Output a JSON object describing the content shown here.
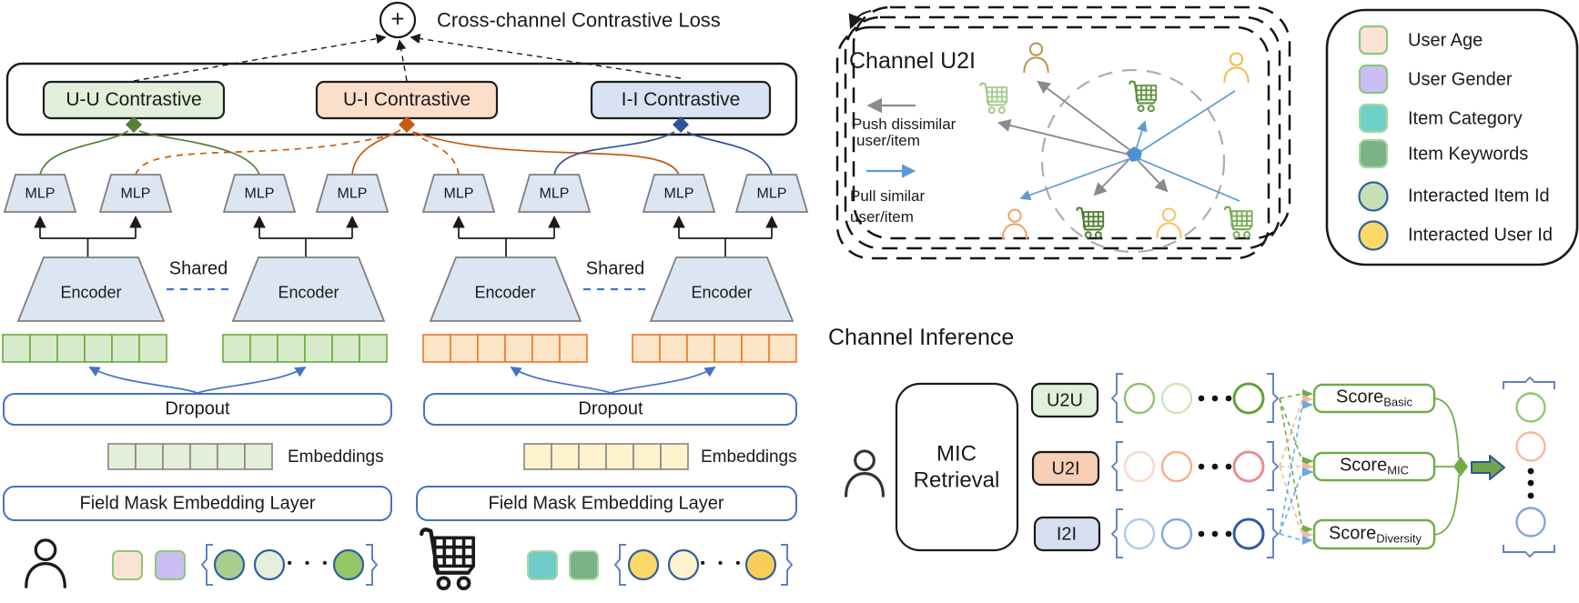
{
  "colors": {
    "uu_fill": "#E2EFDA",
    "ui_fill": "#FBDFCB",
    "ii_fill": "#D9E2F3",
    "trapezoid_fill": "#DCE6F2",
    "blue_accent": "#4472C4",
    "green_accent": "#70AD47",
    "orange_accent": "#ED7D31",
    "green_curve": "#538135",
    "orange_curve": "#C55A11",
    "blue_curve": "#2F5496",
    "masked_green_fill": "#D8EACC",
    "masked_orange_fill": "#FCE4C6",
    "embed_green_fill": "#E3EFD9",
    "embed_yellow_fill": "#FEF2CC",
    "pull_blue": "#5B9BD5",
    "push_gray": "#8A8A8A",
    "score_border": "#70AD47",
    "arrow_border": "#2E5496"
  },
  "left": {
    "plus": "+",
    "loss_label": "Cross-channel Contrastive Loss",
    "boxes": {
      "uu": "U-U Contrastive",
      "ui": "U-I Contrastive",
      "ii": "I-I Contrastive"
    },
    "mlp_label": "MLP",
    "encoder_label": "Encoder",
    "shared_label": "Shared",
    "dropout_label": "Dropout",
    "embeddings_label": "Embeddings",
    "field_mask_label": "Field Mask Embedding Layer",
    "ellipsis": "• • •"
  },
  "channel_u2i": {
    "title": "Channel U2I",
    "push_line1": "Push dissimilar",
    "push_line2": "user/item",
    "pull_line1": "Pull similar",
    "pull_line2": "user/item"
  },
  "legend": {
    "items": [
      {
        "label": "User Age",
        "swatch": "square",
        "fill": "#FAE3D4"
      },
      {
        "label": "User Gender",
        "swatch": "square",
        "fill": "#CDBDF5"
      },
      {
        "label": "Item Category",
        "swatch": "square",
        "fill": "#6FCFC9"
      },
      {
        "label": "Item Keywords",
        "swatch": "square",
        "fill": "#7CB286"
      },
      {
        "label": "Interacted Item Id",
        "swatch": "circle",
        "fill": "#C5E0B4"
      },
      {
        "label": "Interacted User Id",
        "swatch": "circle",
        "fill": "#FBD966"
      }
    ]
  },
  "inference": {
    "title": "Channel Inference",
    "mic_line1": "MIC",
    "mic_line2": "Retrieval",
    "channels": [
      {
        "label": "U2U"
      },
      {
        "label": "U2I"
      },
      {
        "label": "I2I"
      }
    ],
    "scores": [
      {
        "base": "Score",
        "sub": "Basic"
      },
      {
        "base": "Score",
        "sub": "MIC"
      },
      {
        "base": "Score",
        "sub": "Diversity"
      }
    ],
    "ellipsis": "• • •"
  }
}
